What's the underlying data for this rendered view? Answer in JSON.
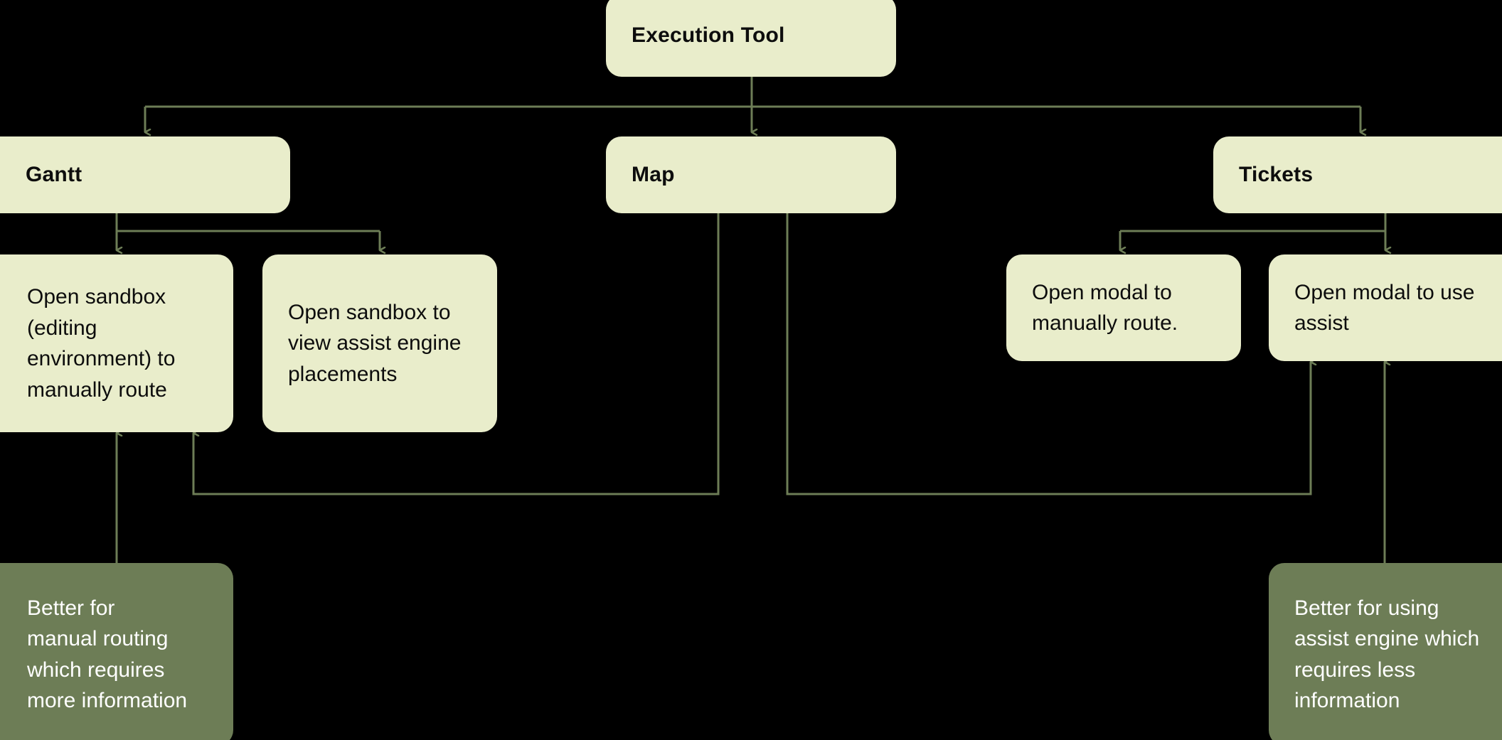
{
  "diagram": {
    "title": "Execution Tool",
    "background_color": "#000000",
    "node_fill_primary": "#e9edcb",
    "node_fill_accent": "#6d7d56",
    "edge_color": "#6d7d56",
    "text_color_primary": "#0d0d0d",
    "text_color_accent": "#ffffff"
  },
  "nodes": {
    "root": {
      "label": "Execution Tool"
    },
    "gantt": {
      "label": "Gantt"
    },
    "map": {
      "label": "Map"
    },
    "tickets": {
      "label": "Tickets"
    },
    "gantt_child_manual": {
      "label": "Open sandbox (editing environment) to manually route"
    },
    "gantt_child_assist": {
      "label": "Open sandbox to view assist engine placements"
    },
    "tickets_child_manual": {
      "label": "Open modal to manually route."
    },
    "tickets_child_assist": {
      "label": "Open modal to use assist"
    },
    "note_manual": {
      "label": "Better for manual routing which requires more information"
    },
    "note_assist": {
      "label": "Better for using assist engine which requires less information"
    }
  },
  "edges": [
    {
      "from": "root",
      "to": "gantt"
    },
    {
      "from": "root",
      "to": "map"
    },
    {
      "from": "root",
      "to": "tickets"
    },
    {
      "from": "gantt",
      "to": "gantt_child_manual"
    },
    {
      "from": "gantt",
      "to": "gantt_child_assist"
    },
    {
      "from": "tickets",
      "to": "tickets_child_manual"
    },
    {
      "from": "tickets",
      "to": "tickets_child_assist"
    },
    {
      "from": "map",
      "to": "gantt_child_manual"
    },
    {
      "from": "map",
      "to": "tickets_child_assist"
    },
    {
      "from": "note_manual",
      "to": "gantt_child_manual"
    },
    {
      "from": "note_assist",
      "to": "tickets_child_assist"
    }
  ]
}
